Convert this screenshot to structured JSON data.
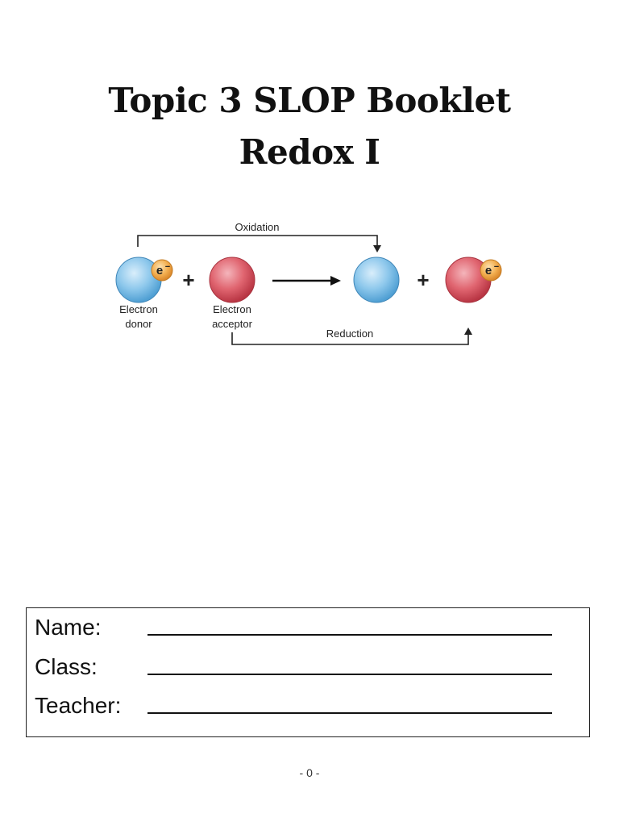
{
  "header": {
    "title_line1": "Topic 3 SLOP Booklet",
    "title_line2": "Redox I"
  },
  "diagram": {
    "oxidation_label": "Oxidation",
    "reduction_label": "Reduction",
    "electron_symbol": "e",
    "electron_charge": "−",
    "plus_sign": "+",
    "donor_line1": "Electron",
    "donor_line2": "donor",
    "acceptor_line1": "Electron",
    "acceptor_line2": "acceptor",
    "colors": {
      "donor_blue": "#7fbde6",
      "acceptor_red": "#d9525e",
      "electron_orange": "#f0a540"
    }
  },
  "form": {
    "name_label": "Name:",
    "class_label": "Class:",
    "teacher_label": "Teacher:"
  },
  "footer": {
    "page_number": "- 0 -"
  }
}
